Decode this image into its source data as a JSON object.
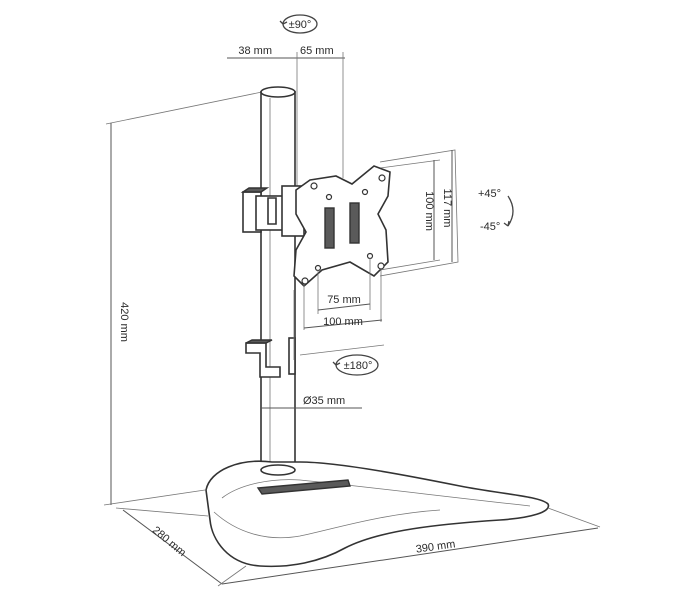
{
  "labels": {
    "rotate_top": "±90°",
    "offset_left": "38 mm",
    "offset_right": "65 mm",
    "tilt_up": "+45°",
    "tilt_down": "-45°",
    "vesa_height_100": "100 mm",
    "vesa_height_117": "117 mm",
    "vesa_75": "75 mm",
    "vesa_100": "100 mm",
    "rotate_bottom": "±180°",
    "pole_diameter": "Ø35 mm",
    "total_height": "420 mm",
    "base_depth": "280 mm",
    "base_width": "390 mm"
  },
  "colors": {
    "line": "#555555",
    "text": "#2b2b2b",
    "background": "#ffffff"
  }
}
